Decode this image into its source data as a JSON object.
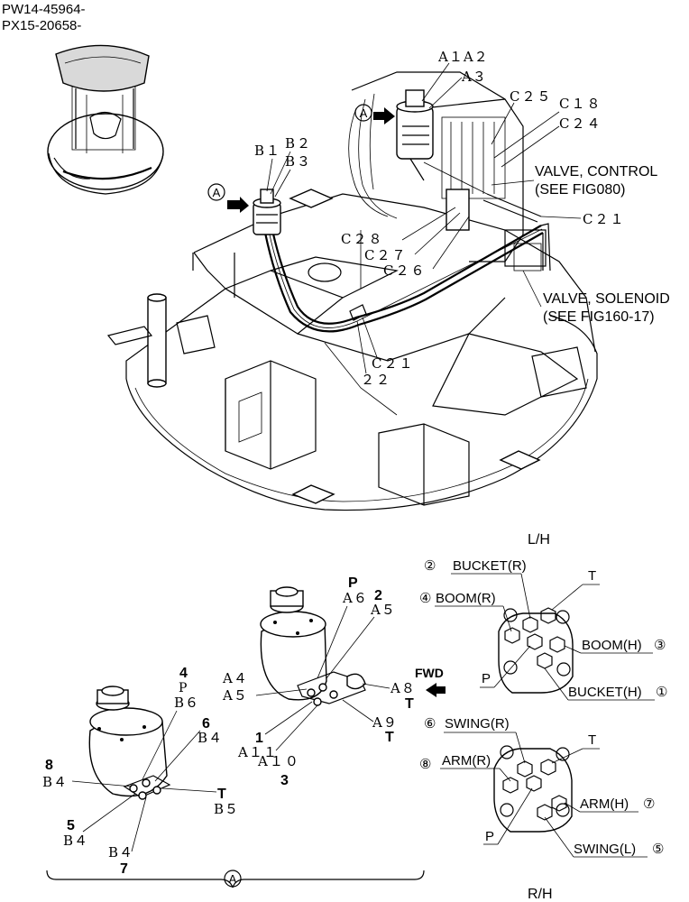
{
  "serials": [
    "PW14-45964-",
    "PX15-20658-"
  ],
  "valve_control": [
    "VALVE, CONTROL",
    "(SEE FIG080)"
  ],
  "valve_solenoid": [
    "VALVE, SOLENOID",
    "(SEE FIG160-17)"
  ],
  "hose_labels": {
    "a1a2": "A１A２",
    "a3": "A３",
    "c25": "C２５",
    "c18": "C１８",
    "c24": "C２４",
    "b1": "B１",
    "b2": "B２",
    "b3": "B３",
    "c21_right": "C２１",
    "c28": "C２８",
    "c27": "C２７",
    "c26": "C２６",
    "c21": "C２１",
    "c22": "２２"
  },
  "callout_A": "A",
  "lh": {
    "title": "L/H",
    "bucket_r": "BUCKET(R)",
    "boom_r": "BOOM(R)",
    "boom_h": "BOOM(H)",
    "bucket_h": "BUCKET(H)",
    "t": "T",
    "p": "P",
    "n2": "②",
    "n4": "④",
    "n3": "③",
    "n1": "①"
  },
  "rh": {
    "title": "R/H",
    "swing_r": "SWING(R)",
    "arm_r": "ARM(R)",
    "arm_h": "ARM(H)",
    "swing_l": "SWING(L)",
    "t": "T",
    "p": "P",
    "n6": "⑥",
    "n8": "⑧",
    "n7": "⑦",
    "n5": "⑤"
  },
  "fwd": "FWD",
  "right_valve": {
    "p": "P",
    "a6": "A６",
    "n2": "2",
    "a5_top": "A５",
    "a4": "A４",
    "a5": "A５",
    "a8": "A８",
    "t1": "T",
    "a9": "A９",
    "t2": "T",
    "n1": "1",
    "a11": "A１１",
    "a10": "A１０",
    "n3": "3"
  },
  "left_valve": {
    "n4": "4",
    "p": "P",
    "b6": "B６",
    "n6": "6",
    "b4_top": "B４",
    "n8": "8",
    "b4_left": "B４",
    "t": "T",
    "b5": "B５",
    "n5": "5",
    "b4_bottom": "B４",
    "b4_lower": "B４",
    "n7": "7"
  }
}
